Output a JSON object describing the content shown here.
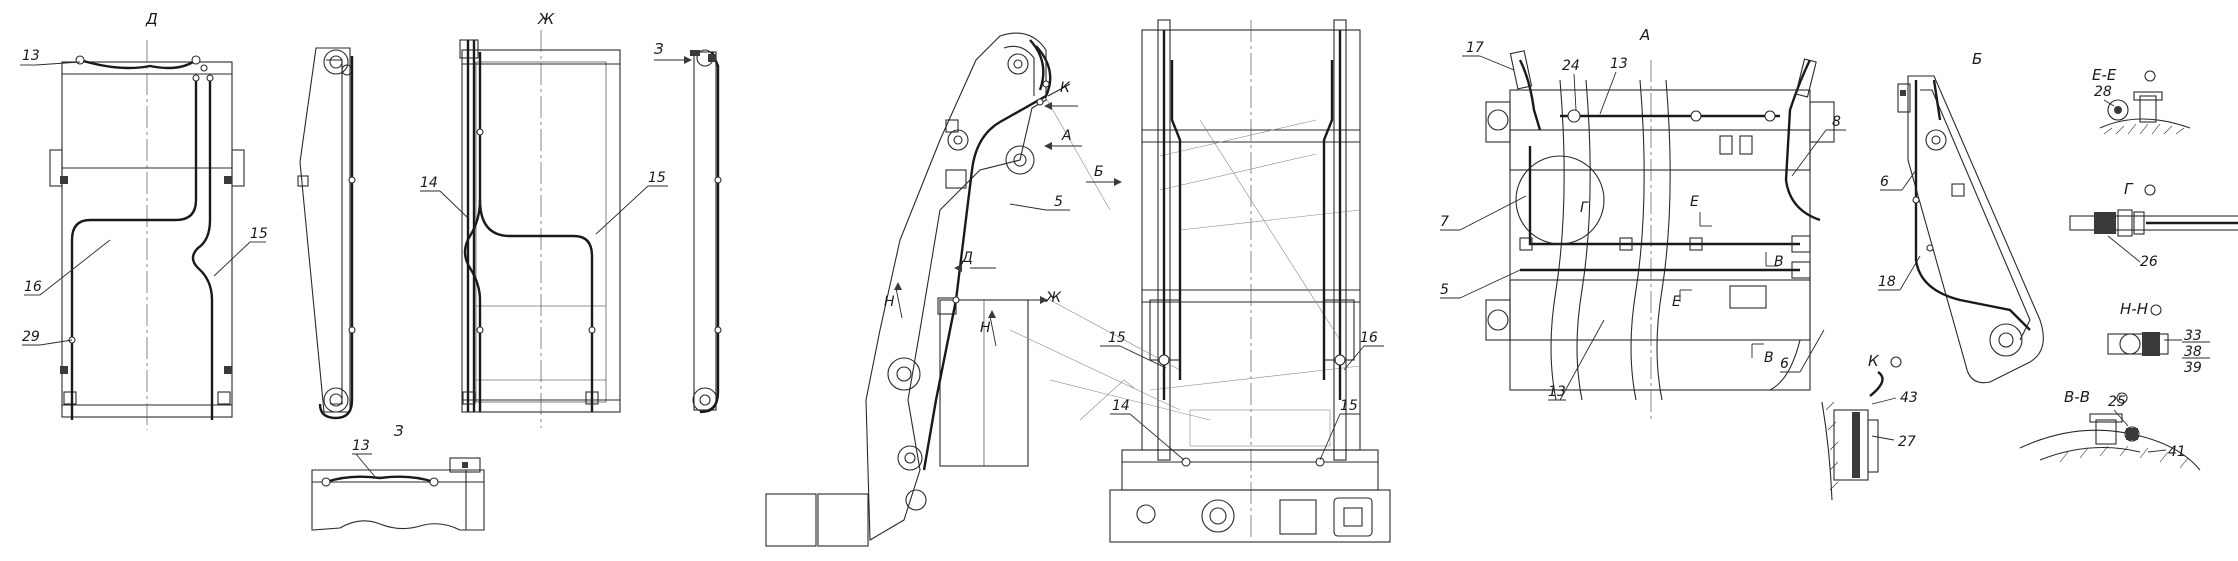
{
  "views": {
    "d": {
      "title": "Д"
    },
    "zh": {
      "title": "Ж"
    },
    "z_arrow": {
      "title": "З"
    },
    "z_view": {
      "title": "З"
    },
    "a": {
      "title": "А"
    },
    "b": {
      "title": "Б"
    },
    "ee": {
      "title": "Е-Е"
    },
    "g": {
      "title": "Г"
    },
    "nn": {
      "title": "Н-Н"
    },
    "k": {
      "title": "К"
    },
    "vv": {
      "title": "В-В"
    }
  },
  "arrows": {
    "k": "К",
    "a": "А",
    "b": "Б",
    "d": "Д",
    "zh": "Ж",
    "n1": "Н",
    "n2": "Н",
    "e1": "Е",
    "e2": "Е",
    "v1": "В",
    "v2": "В",
    "g": "Г"
  },
  "labels": {
    "p13a": "13",
    "p16": "16",
    "p15a": "15",
    "p29": "29",
    "p14a": "14",
    "p15b": "15",
    "p13b": "13",
    "p5a": "5",
    "p15c": "15",
    "p16b": "16",
    "p14b": "14",
    "p15d": "15",
    "p17": "17",
    "p24": "24",
    "p13c": "13",
    "p8": "8",
    "p7": "7",
    "p5b": "5",
    "p13d": "13",
    "p6a": "6",
    "p6b": "6",
    "p18": "18",
    "p28": "28",
    "p26": "26",
    "p33": "33",
    "p38": "38",
    "p39": "39",
    "p43": "43",
    "p27": "27",
    "p25": "25",
    "p41": "41"
  }
}
